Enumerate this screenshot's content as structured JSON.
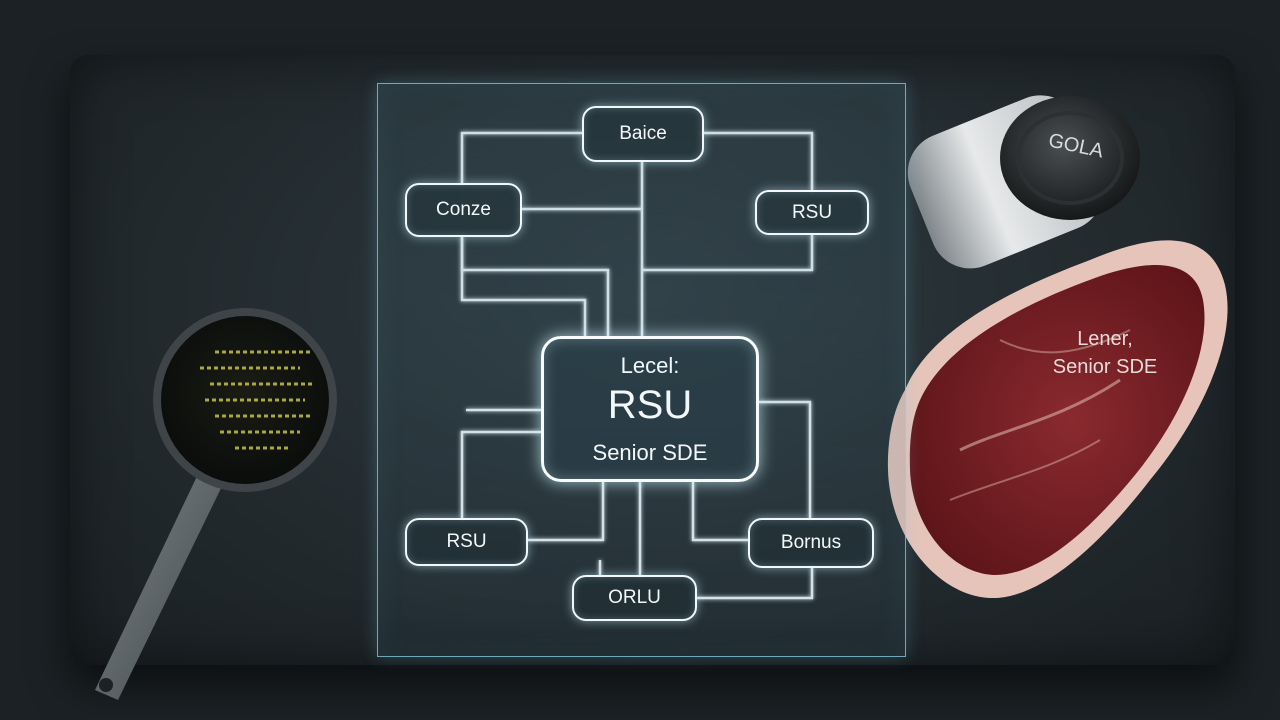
{
  "diagram": {
    "nodes": {
      "top": "Baice",
      "left_upper": "Conze",
      "right_upper": "RSU",
      "center_line1": "Lecel:",
      "center_line2": "RSU",
      "center_line3": "Senior SDE",
      "left_lower": "RSU",
      "right_lower": "Bornus",
      "bottom": "ORLU"
    }
  },
  "props": {
    "salt_shaker_label": "GOLA",
    "steak_label_line1": "Lener,",
    "steak_label_line2": "Senior SDE",
    "measuring_cup": "measuring-cup",
    "steak": "raw-steak",
    "salt_shaker": "salt-shaker"
  },
  "colors": {
    "board": "#263035",
    "panel_border": "#8cd2e6",
    "node_stroke": "#f2f8fa",
    "meat_red": "#7a1f24",
    "fat": "#e8c7bd"
  }
}
